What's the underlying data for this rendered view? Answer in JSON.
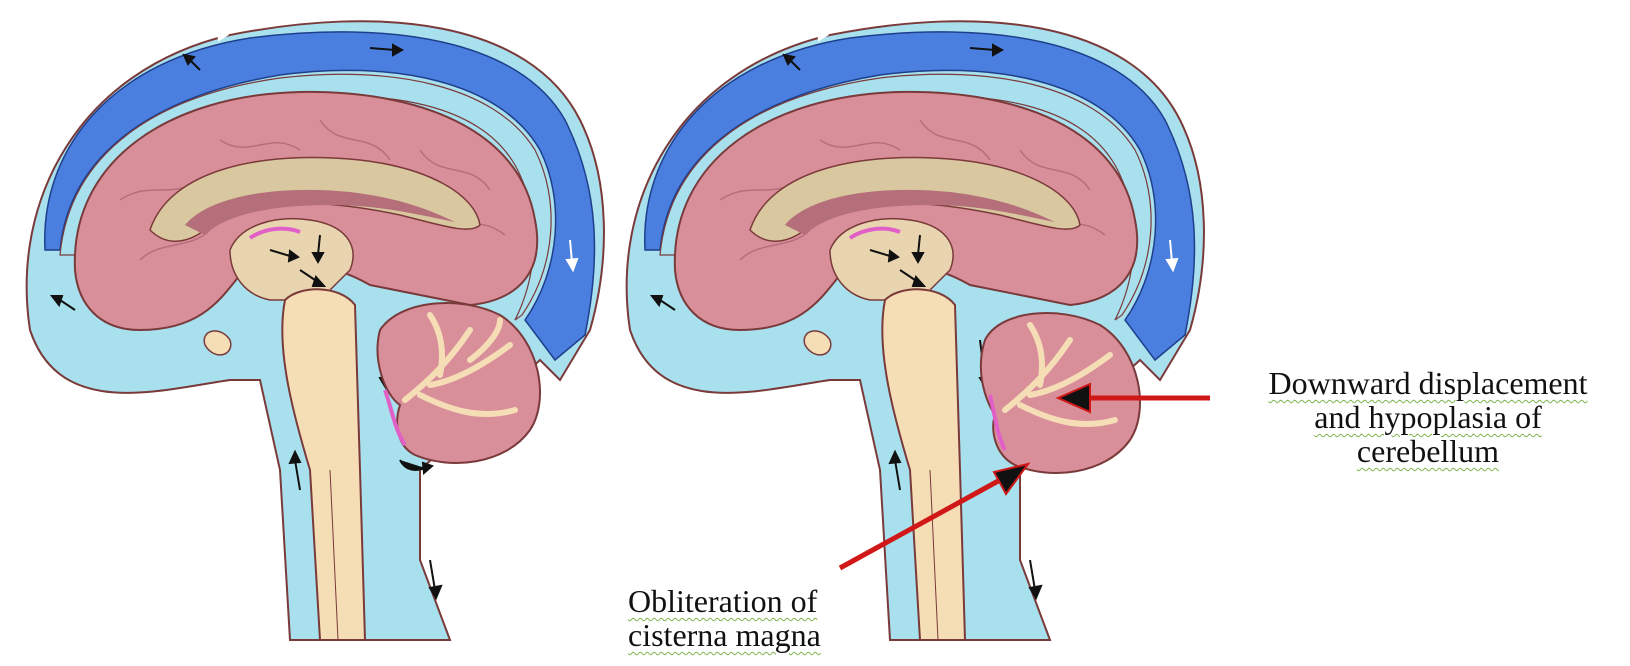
{
  "annotations": {
    "cerebellum": {
      "lines": [
        "Downward displacement",
        "and hypoplasia of",
        "cerebellum"
      ]
    },
    "cisterna": {
      "lines": [
        "Obliteration of",
        "cisterna magna"
      ]
    }
  },
  "colors": {
    "brain": "#d98f9a",
    "brain_dark": "#b56f7a",
    "white_matter": "#d9c7a0",
    "brainstem": "#f5ddb6",
    "csf": "#a8e0ee",
    "sinus": "#4a7fe0",
    "outline": "#7a3a3a",
    "pointer_arrow": "#d01818",
    "flow_arrow": "#111111",
    "choroid": "#e060c8"
  },
  "icons": {
    "flow": "black-flow-arrow-icon",
    "sinus_flow": "white-flow-arrow-icon",
    "pointer": "red-pointer-arrow-icon"
  }
}
